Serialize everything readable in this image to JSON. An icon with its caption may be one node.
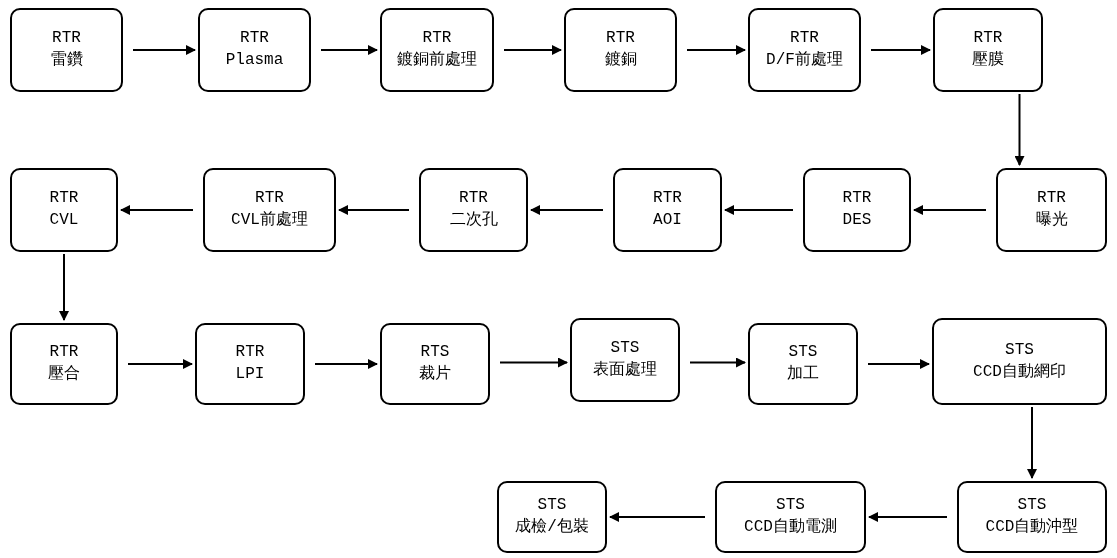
{
  "diagram": {
    "nodes": [
      {
        "text": [
          "RTR",
          "雷鑽"
        ]
      },
      {
        "text": [
          "RTR",
          "Plasma"
        ]
      },
      {
        "text": [
          "RTR",
          "鍍銅前處理"
        ]
      },
      {
        "text": [
          "RTR",
          "鍍銅"
        ]
      },
      {
        "text": [
          "RTR",
          "D/F前處理"
        ]
      },
      {
        "text": [
          "RTR",
          "壓膜"
        ]
      },
      {
        "text": [
          "RTR",
          "曝光"
        ]
      },
      {
        "text": [
          "RTR",
          "DES"
        ]
      },
      {
        "text": [
          "RTR",
          "AOI"
        ]
      },
      {
        "text": [
          "RTR",
          "二次孔"
        ]
      },
      {
        "text": [
          "RTR",
          "CVL前處理"
        ]
      },
      {
        "text": [
          "RTR",
          "CVL"
        ]
      },
      {
        "text": [
          "RTR",
          "壓合"
        ]
      },
      {
        "text": [
          "RTR",
          "LPI"
        ]
      },
      {
        "text": [
          "RTS",
          "裁片"
        ]
      },
      {
        "text": [
          "STS",
          "表面處理"
        ]
      },
      {
        "text": [
          "STS",
          "加工"
        ]
      },
      {
        "text": [
          "STS",
          "CCD自動網印"
        ]
      },
      {
        "text": [
          "STS",
          "CCD自動沖型"
        ]
      },
      {
        "text": [
          "STS",
          "CCD自動電測"
        ]
      },
      {
        "text": [
          "STS",
          "成檢/包裝"
        ]
      }
    ],
    "edges": [
      {
        "from": 0,
        "to": 1,
        "arrow": "to"
      },
      {
        "from": 1,
        "to": 2,
        "arrow": "to"
      },
      {
        "from": 2,
        "to": 3,
        "arrow": "to"
      },
      {
        "from": 3,
        "to": 4,
        "arrow": "to"
      },
      {
        "from": 4,
        "to": 5,
        "arrow": "to"
      },
      {
        "from": 5,
        "to": 6,
        "arrow": "to"
      },
      {
        "from": 6,
        "to": 7,
        "arrow": "to"
      },
      {
        "from": 7,
        "to": 8,
        "arrow": "to"
      },
      {
        "from": 8,
        "to": 9,
        "arrow": "to"
      },
      {
        "from": 9,
        "to": 10,
        "arrow": "to"
      },
      {
        "from": 10,
        "to": 11,
        "arrow": "to"
      },
      {
        "from": 11,
        "to": 12,
        "arrow": "to"
      },
      {
        "from": 12,
        "to": 13,
        "arrow": "to"
      },
      {
        "from": 13,
        "to": 14,
        "arrow": "to"
      },
      {
        "from": 14,
        "to": 15,
        "arrow": "to"
      },
      {
        "from": 15,
        "to": 16,
        "arrow": "to"
      },
      {
        "from": 16,
        "to": 17,
        "arrow": "to"
      },
      {
        "from": 17,
        "to": 18,
        "arrow": "to"
      },
      {
        "from": 18,
        "to": 19,
        "arrow": "to"
      },
      {
        "from": 19,
        "to": 20,
        "arrow": "to"
      }
    ]
  }
}
